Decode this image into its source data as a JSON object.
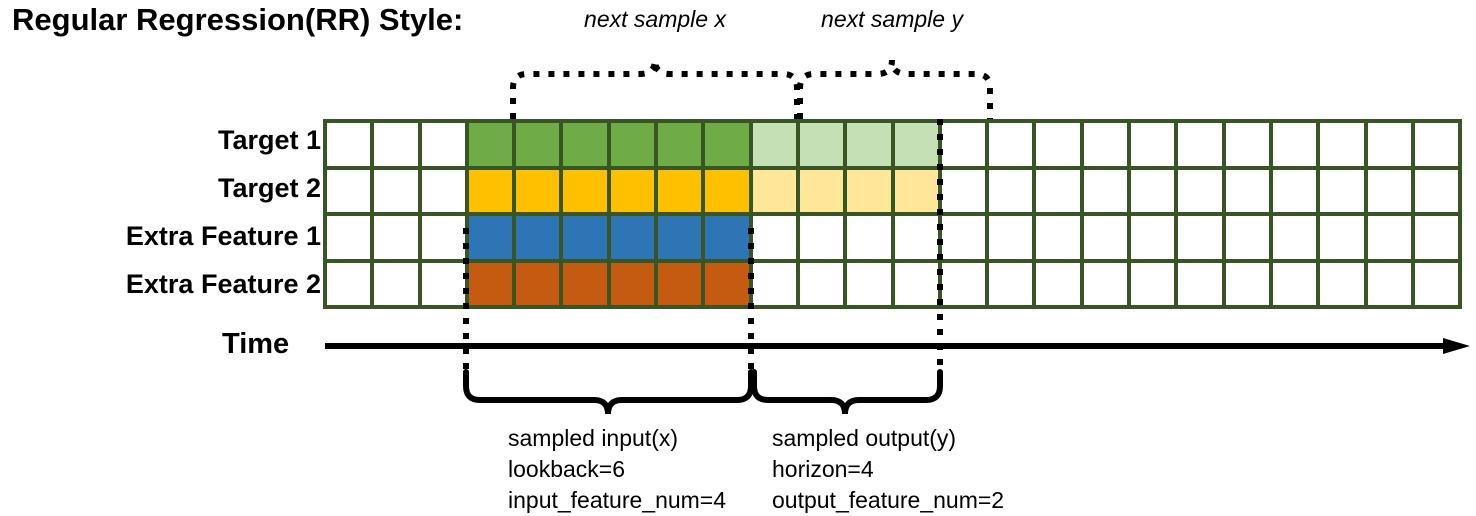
{
  "title": "Regular Regression(RR) Style:",
  "rows": [
    {
      "label": "Target 1",
      "name": "target-1"
    },
    {
      "label": "Target 2",
      "name": "target-2"
    },
    {
      "label": "Extra Feature 1",
      "name": "extra-feature-1"
    },
    {
      "label": "Extra Feature 2",
      "name": "extra-feature-2"
    }
  ],
  "grid": {
    "columns": 24,
    "input_start_col": 3,
    "input_len": 6,
    "output_start_col": 9,
    "output_len": 4,
    "cells": [
      [
        "#ffffff",
        "#ffffff",
        "#ffffff",
        "#6FAC46",
        "#6FAC46",
        "#6FAC46",
        "#6FAC46",
        "#6FAC46",
        "#6FAC46",
        "#C5E0B4",
        "#C5E0B4",
        "#C5E0B4",
        "#C5E0B4",
        "#ffffff",
        "#ffffff",
        "#ffffff",
        "#ffffff",
        "#ffffff",
        "#ffffff",
        "#ffffff",
        "#ffffff",
        "#ffffff",
        "#ffffff",
        "#ffffff"
      ],
      [
        "#ffffff",
        "#ffffff",
        "#ffffff",
        "#FFC000",
        "#FFC000",
        "#FFC000",
        "#FFC000",
        "#FFC000",
        "#FFC000",
        "#FFE699",
        "#FFE699",
        "#FFE699",
        "#FFE699",
        "#ffffff",
        "#ffffff",
        "#ffffff",
        "#ffffff",
        "#ffffff",
        "#ffffff",
        "#ffffff",
        "#ffffff",
        "#ffffff",
        "#ffffff",
        "#ffffff"
      ],
      [
        "#ffffff",
        "#ffffff",
        "#ffffff",
        "#2E75B6",
        "#2E75B6",
        "#2E75B6",
        "#2E75B6",
        "#2E75B6",
        "#2E75B6",
        "#ffffff",
        "#ffffff",
        "#ffffff",
        "#ffffff",
        "#ffffff",
        "#ffffff",
        "#ffffff",
        "#ffffff",
        "#ffffff",
        "#ffffff",
        "#ffffff",
        "#ffffff",
        "#ffffff",
        "#ffffff",
        "#ffffff"
      ],
      [
        "#ffffff",
        "#ffffff",
        "#ffffff",
        "#C55A11",
        "#C55A11",
        "#C55A11",
        "#C55A11",
        "#C55A11",
        "#C55A11",
        "#ffffff",
        "#ffffff",
        "#ffffff",
        "#ffffff",
        "#ffffff",
        "#ffffff",
        "#ffffff",
        "#ffffff",
        "#ffffff",
        "#ffffff",
        "#ffffff",
        "#ffffff",
        "#ffffff",
        "#ffffff",
        "#ffffff"
      ]
    ],
    "border_color": "#375623"
  },
  "top_annotations": [
    {
      "label": "next sample x",
      "name": "next-sample-x-label"
    },
    {
      "label": "next sample y",
      "name": "next-sample-y-label"
    }
  ],
  "time_axis": {
    "label": "Time"
  },
  "bottom_annotations": [
    {
      "name": "sampled-input-annotation",
      "lines": [
        "sampled input(x)",
        "lookback=6",
        "input_feature_num=4"
      ]
    },
    {
      "name": "sampled-output-annotation",
      "lines": [
        "sampled output(y)",
        "horizon=4",
        "output_feature_num=2"
      ]
    }
  ],
  "colors": {
    "target1": "#6FAC46",
    "target1_light": "#C5E0B4",
    "target2": "#FFC000",
    "target2_light": "#FFE699",
    "feature1": "#2E75B6",
    "feature2": "#C55A11",
    "grid_border": "#375623",
    "ink": "#000000"
  }
}
